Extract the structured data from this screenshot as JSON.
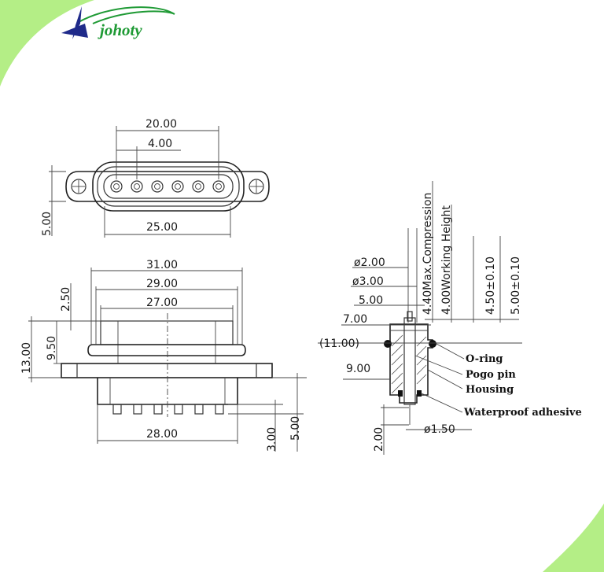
{
  "brand": {
    "name": "johoty",
    "colors": {
      "accent_green": "#8fe15a",
      "logo_green": "#1f9a35",
      "logo_blue": "#1f2a8a"
    }
  },
  "top_view": {
    "dims": {
      "pitch_total": "20.00",
      "pitch": "4.00",
      "height": "5.00",
      "body_width": "25.00"
    }
  },
  "front_view": {
    "dims": {
      "w31": "31.00",
      "w29": "29.00",
      "w27": "27.00",
      "h13": "13.00",
      "h9_5": "9.50",
      "h2_5": "2.50",
      "w28": "28.00",
      "h3": "3.00",
      "h5": "5.00"
    }
  },
  "side_view": {
    "dims": {
      "d2": "ø2.00",
      "d3": "ø3.00",
      "w5": "5.00",
      "w7": "7.00",
      "w11": "(11.00)",
      "w9": "9.00",
      "h2": "2.00",
      "d1_5": "ø1.50",
      "max_comp": "4.40Max.Compression",
      "working_h": "4.00Working Height",
      "h4_5": "4.50±0.10",
      "h5": "5.00±0.10"
    },
    "labels": {
      "oring": "O-ring",
      "pogo": "Pogo pin",
      "housing": "Housing",
      "adhesive": "Waterproof adhesive"
    }
  }
}
